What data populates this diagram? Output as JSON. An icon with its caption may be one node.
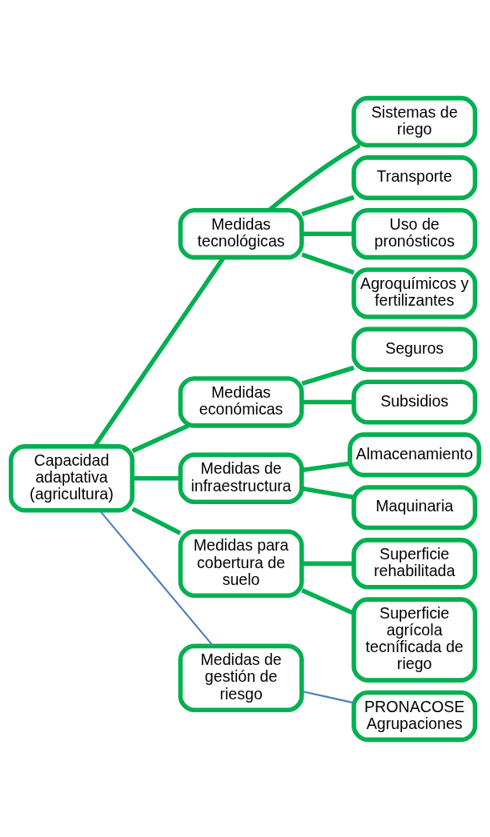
{
  "diagram": {
    "nodes": [
      {
        "text": [
          "Capacidad adaptativa (agricultura)"
        ]
      },
      {
        "text": [
          "Medidas tecnológicas"
        ]
      },
      {
        "text": [
          "Sistemas de riego"
        ]
      },
      {
        "text": [
          "Transporte"
        ]
      },
      {
        "text": [
          "Uso de pronósticos"
        ]
      },
      {
        "text": [
          "Agroquímicos y fertilizantes"
        ]
      },
      {
        "text": [
          "Medidas económicas"
        ]
      },
      {
        "text": [
          "Seguros"
        ]
      },
      {
        "text": [
          "Subsidios"
        ]
      },
      {
        "text": [
          "Medidas de infraestructura"
        ]
      },
      {
        "text": [
          "Almacenamiento"
        ]
      },
      {
        "text": [
          "Maquinaria"
        ]
      },
      {
        "text": [
          "Medidas para cobertura de suelo"
        ]
      },
      {
        "text": [
          "Superficie rehabilitada"
        ]
      },
      {
        "text": [
          "Superficie agrícola tecníficada de riego"
        ]
      },
      {
        "text": [
          "Medidas de gestión de riesgo"
        ]
      },
      {
        "text": [
          "PRONACOSE",
          "Agrupaciones"
        ]
      }
    ],
    "edges": [
      {
        "from": 0,
        "to": 1,
        "arrow": "none"
      },
      {
        "from": 1,
        "to": 2,
        "arrow": "none"
      },
      {
        "from": 1,
        "to": 3,
        "arrow": "none"
      },
      {
        "from": 1,
        "to": 4,
        "arrow": "none"
      },
      {
        "from": 1,
        "to": 5,
        "arrow": "none"
      },
      {
        "from": 0,
        "to": 6,
        "arrow": "none"
      },
      {
        "from": 6,
        "to": 7,
        "arrow": "none"
      },
      {
        "from": 6,
        "to": 8,
        "arrow": "none"
      },
      {
        "from": 0,
        "to": 9,
        "arrow": "none"
      },
      {
        "from": 9,
        "to": 10,
        "arrow": "none"
      },
      {
        "from": 9,
        "to": 11,
        "arrow": "none"
      },
      {
        "from": 0,
        "to": 12,
        "arrow": "none"
      },
      {
        "from": 12,
        "to": 13,
        "arrow": "none"
      },
      {
        "from": 12,
        "to": 14,
        "arrow": "none"
      },
      {
        "from": 0,
        "to": 15,
        "arrow": "none",
        "color": "#4a7ebb"
      },
      {
        "from": 15,
        "to": 16,
        "arrow": "none",
        "color": "#4a7ebb"
      }
    ]
  }
}
